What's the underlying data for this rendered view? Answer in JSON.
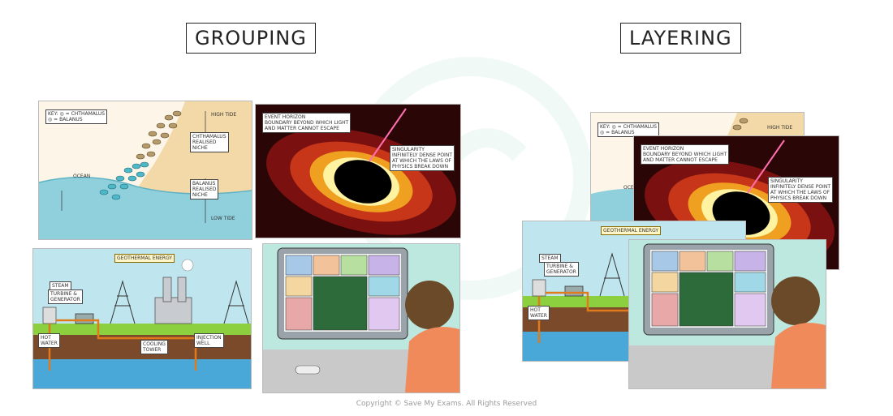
{
  "headings": {
    "grouping": "GROUPING",
    "layering": "LAYERING"
  },
  "footer": "Copyright © Save My Exams. All Rights Reserved",
  "barnacle": {
    "key": "KEY:  ◎ = CHTHAMALUS\n        ◎ = BALANUS",
    "high_tide": "HIGH TIDE",
    "low_tide": "LOW TIDE",
    "chthamalus": "CHTHAMALUS\nREALISED\nNICHE",
    "balanus": "BALANUS\nREALISED\nNICHE",
    "ocean": "OCEAN"
  },
  "blackhole": {
    "event_horizon": "EVENT HORIZON\nBOUNDARY BEYOND WHICH LIGHT\nAND MATTER CANNOT ESCAPE",
    "singularity": "SINGULARITY\nINFINITELY DENSE POINT\nAT WHICH THE LAWS OF\nPHYSICS BREAK DOWN"
  },
  "geothermal": {
    "title": "GEOTHERMAL ENERGY",
    "steam": "STEAM",
    "turbine": "TURBINE &\nGENERATOR",
    "hot_water": "HOT\nWATER",
    "cooling": "COOLING\nTOWER",
    "injection": "INJECTION\nWELL"
  },
  "colors": {
    "sky": "#bfe6ee",
    "sand": "#f3d9a8",
    "sea": "#8fd0dc",
    "space": "#3a0a0a",
    "grass": "#8ccf3f",
    "soil": "#7a4a2a",
    "water": "#4aa8d8",
    "screen_wall": "#bde8e0"
  }
}
